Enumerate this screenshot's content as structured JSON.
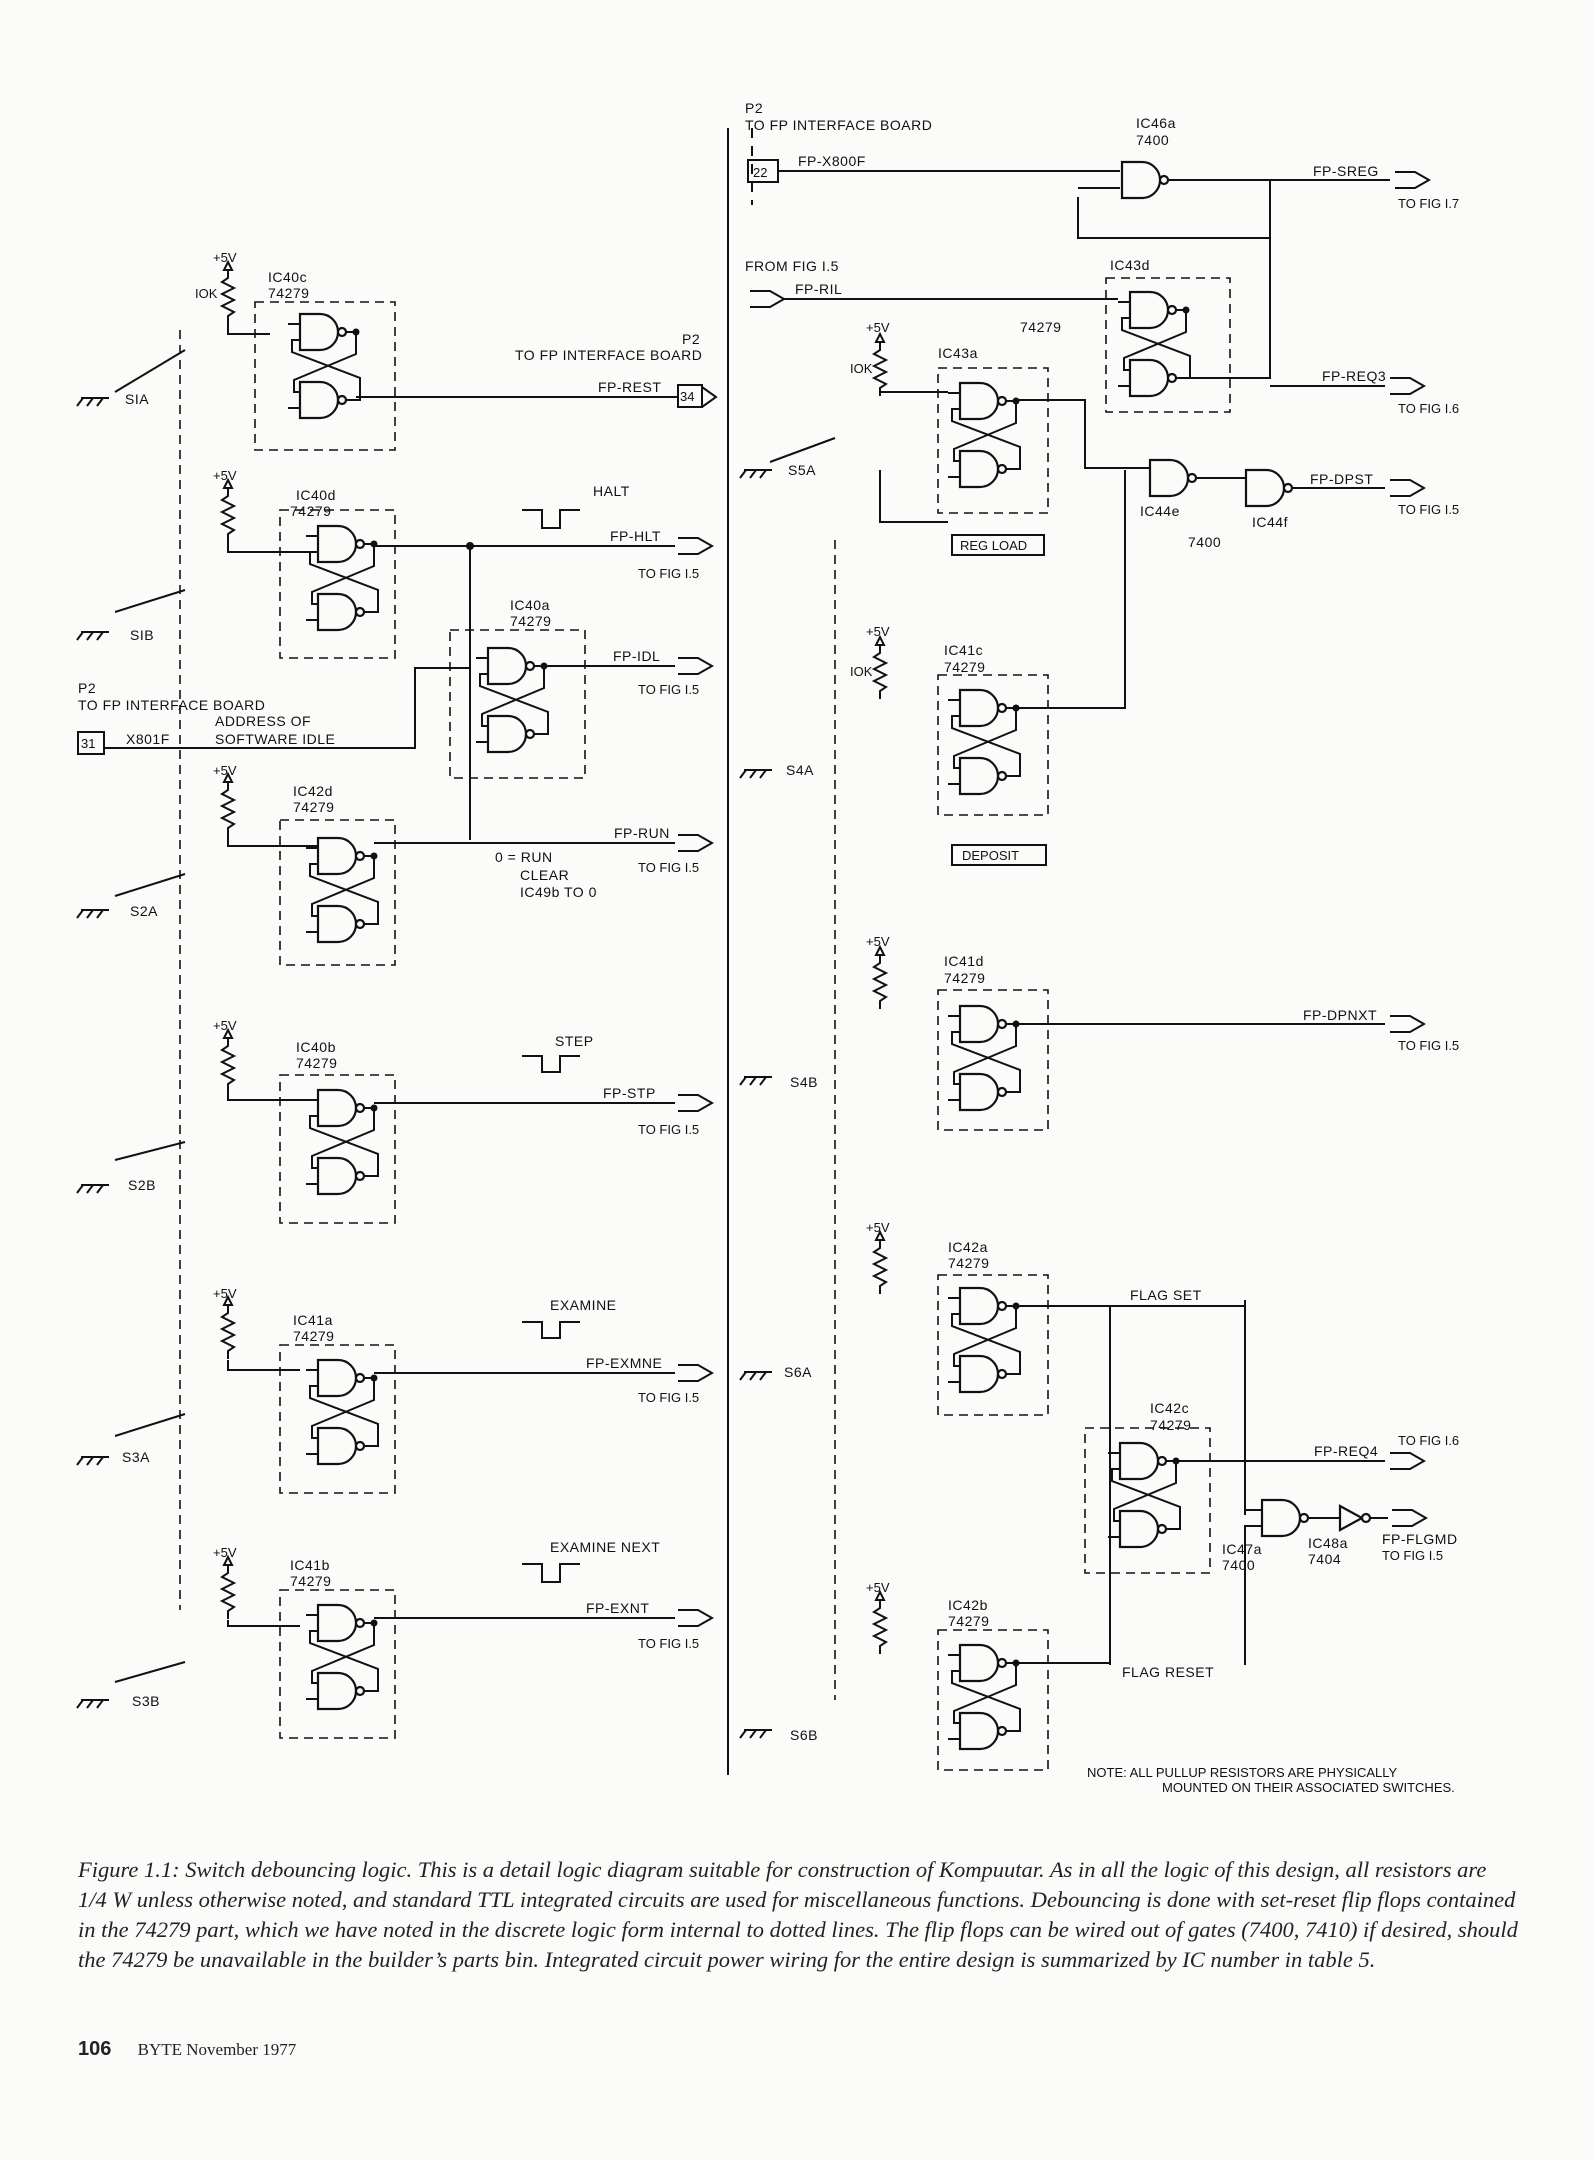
{
  "title_block": {
    "p2_top": "P2",
    "to_fp_interface_top": "TO FP INTERFACE BOARD",
    "p2_mid": "P2",
    "to_fp_interface_mid": "TO FP INTERFACE BOARD",
    "p2_left": "P2",
    "to_fp_interface_left": "TO FP INTERFACE BOARD",
    "from_fig": "FROM FIG I.5"
  },
  "connectors": {
    "c22": "22",
    "c34": "34",
    "c31": "31"
  },
  "signals": {
    "x800f": "FP-X800F",
    "ril": "FP-RIL",
    "rest": "FP-REST",
    "x801f": "X801F",
    "addr1": "ADDRESS OF",
    "addr2": "SOFTWARE IDLE",
    "sreg": "FP-SREG",
    "req3": "FP-REQ3",
    "dpst": "FP-DPST",
    "hlt": "FP-HLT",
    "idl": "FP-IDL",
    "run": "FP-RUN",
    "stp": "FP-STP",
    "exmne": "FP-EXMNE",
    "exnt": "FP-EXNT",
    "dpnxt": "FP-DPNXT",
    "req4": "FP-REQ4",
    "flgmd": "FP-FLGMD"
  },
  "destinations": {
    "fig17": "TO FIG I.7",
    "fig16": "TO FIG I.6",
    "fig15": "TO FIG I.5"
  },
  "ics": {
    "ic40c": "IC40c",
    "ic40d": "IC40d",
    "ic40a": "IC40a",
    "ic42d": "IC42d",
    "ic40b": "IC40b",
    "ic41a": "IC41a",
    "ic41b": "IC41b",
    "ic46a": "IC46a",
    "ic43d": "IC43d",
    "ic43a": "IC43a",
    "ic44e": "IC44e",
    "ic44f": "IC44f",
    "ic41c": "IC41c",
    "ic41d": "IC41d",
    "ic42a": "IC42a",
    "ic42c": "IC42c",
    "ic42b": "IC42b",
    "ic47a": "IC47a",
    "ic48a": "IC48a",
    "p74279": "74279",
    "p7400": "7400",
    "p7404": "7404"
  },
  "switches": {
    "s1a": "SIA",
    "s1b": "SIB",
    "s2a": "S2A",
    "s2b": "S2B",
    "s3a": "S3A",
    "s3b": "S3B",
    "s4a": "S4A",
    "s4b": "S4B",
    "s5a": "S5A",
    "s6a": "S6A",
    "s6b": "S6B"
  },
  "components": {
    "vcc": "+5V",
    "res": "IOK"
  },
  "annotations": {
    "halt": "HALT",
    "step": "STEP",
    "examine": "EXAMINE",
    "examine_next": "EXAMINE NEXT",
    "run0": "0 = RUN",
    "clear": "CLEAR",
    "ic49b": "IC49b TO 0",
    "reg_load": "REG LOAD",
    "deposit": "DEPOSIT",
    "flag_set": "FLAG SET",
    "flag_reset": "FLAG RESET",
    "note1": "NOTE: ALL PULLUP RESISTORS ARE PHYSICALLY",
    "note2": "MOUNTED ON THEIR ASSOCIATED SWITCHES."
  },
  "caption": "Figure 1.1: Switch debouncing logic. This is a detail logic diagram suitable for construction of Kompuutar. As in all the logic of this design, all resistors are 1/4 W unless otherwise noted, and standard TTL integrated circuits are used for miscellaneous functions. Debouncing is done with set-reset flip flops contained in the 74279 part, which we have noted in the discrete logic form internal to dotted lines. The flip flops can be wired out of gates (7400, 7410) if desired, should the 74279 be unavailable in the builder’s parts bin. Integrated circuit power wiring for the entire design is summarized by IC number in table 5.",
  "footer": {
    "page_number": "106",
    "magazine": "BYTE November 1977"
  }
}
